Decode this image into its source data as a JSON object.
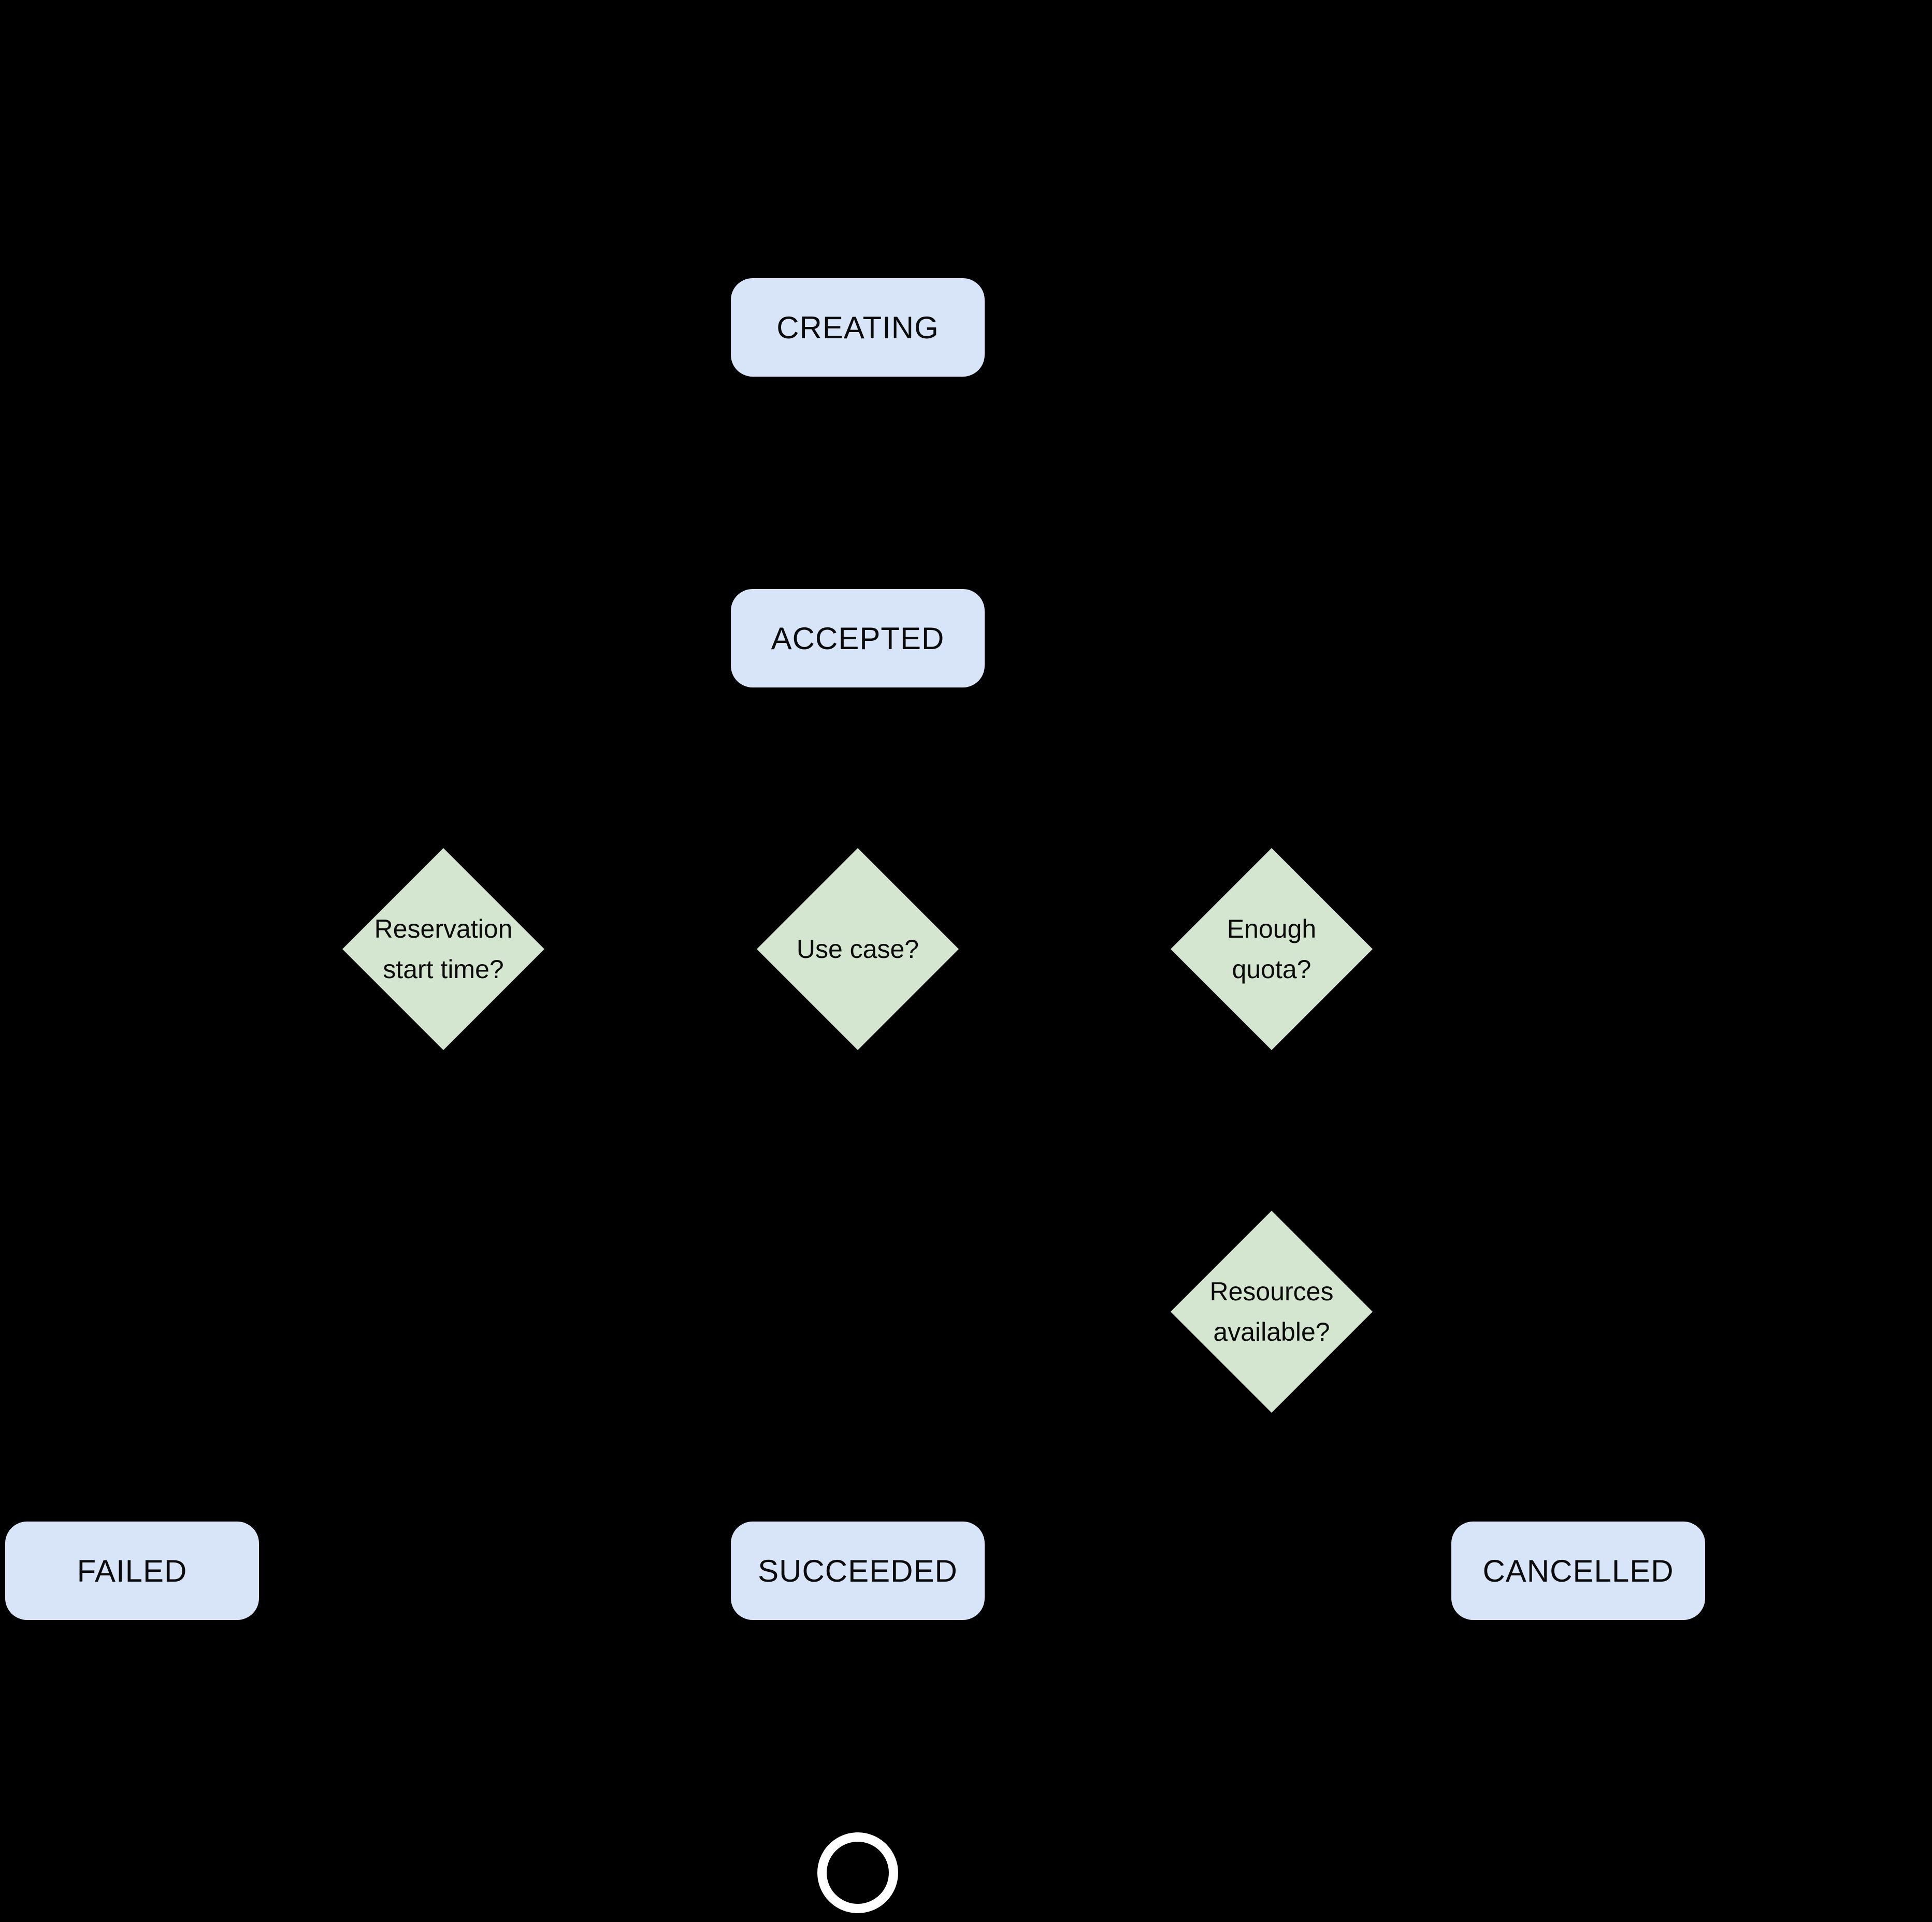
{
  "diagram": {
    "type": "state-flowchart",
    "colors": {
      "background": "#000000",
      "state_fill": "#d8e5f8",
      "decision_fill": "#d5e6d0",
      "label_text": "#0b0b0b",
      "end_marker": "#ffffff"
    },
    "states": [
      {
        "id": "creating",
        "label": "CREATING"
      },
      {
        "id": "accepted",
        "label": "ACCEPTED"
      },
      {
        "id": "failed",
        "label": "FAILED"
      },
      {
        "id": "succeeded",
        "label": "SUCCEEDED"
      },
      {
        "id": "cancelled",
        "label": "CANCELLED"
      }
    ],
    "decisions": [
      {
        "id": "reservation-start-time",
        "label": "Reservation start time?"
      },
      {
        "id": "use-case",
        "label": "Use case?"
      },
      {
        "id": "enough-quota",
        "label": "Enough quota?"
      },
      {
        "id": "resources-available",
        "label": "Resources available?"
      }
    ],
    "end_marker": {
      "shape": "circle-outline"
    }
  }
}
